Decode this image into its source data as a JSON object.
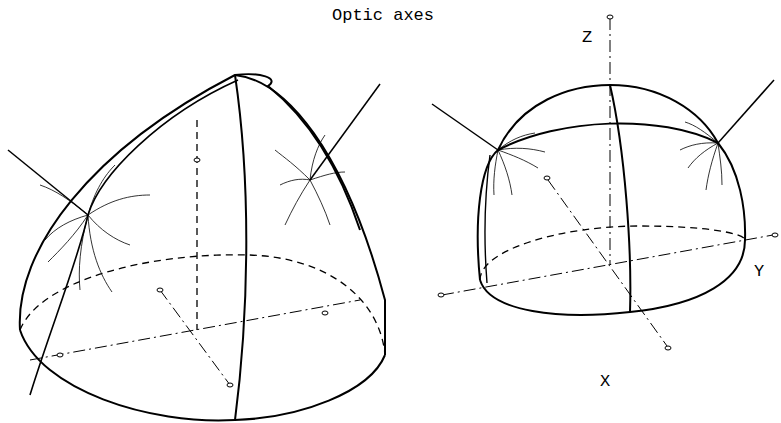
{
  "diagram": {
    "labels": [
      "Optic axes",
      "Z",
      "X",
      "Y"
    ]
  }
}
